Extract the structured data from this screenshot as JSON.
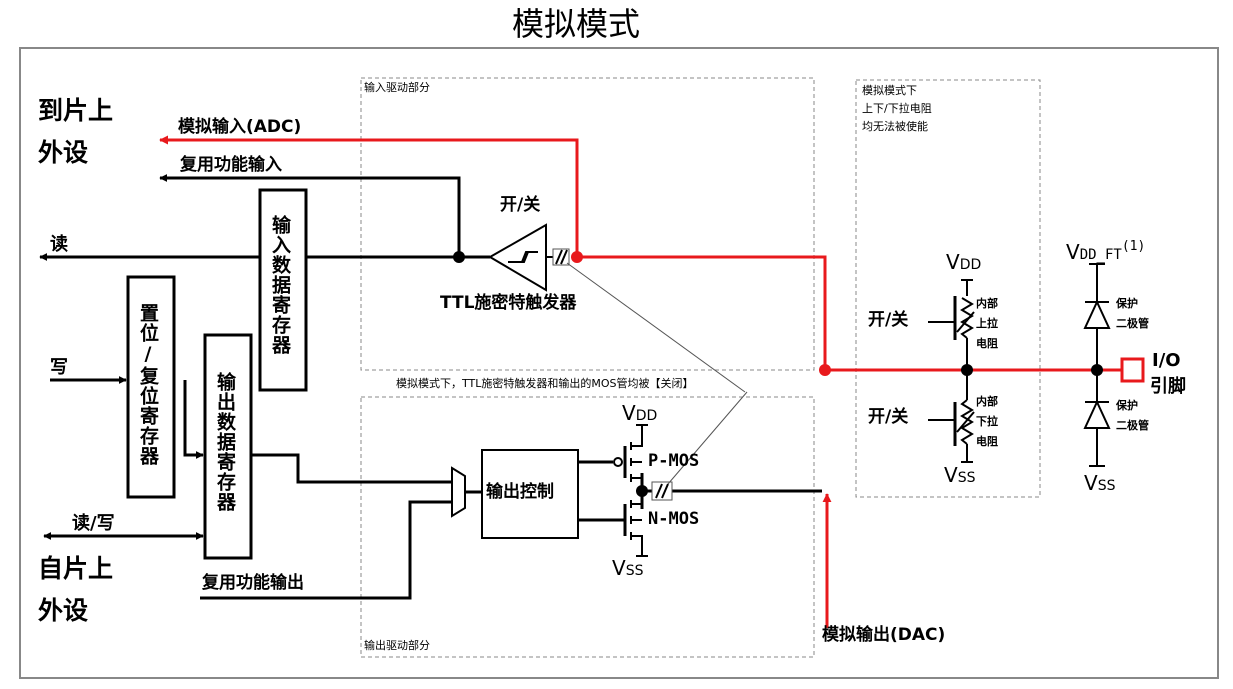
{
  "title": "模拟模式",
  "labels": {
    "to_peripheral": [
      "到片上",
      "外设"
    ],
    "from_peripheral": [
      "自片上",
      "外设"
    ],
    "analog_input": "模拟输入(ADC)",
    "alt_func_input": "复用功能输入",
    "read": "读",
    "write": "写",
    "read_write": "读/写",
    "alt_func_output": "复用功能输出",
    "input_data_reg": "输入数据寄存器",
    "bit_set_reset_reg": "置位/复位寄存器",
    "output_data_reg": "输出数据寄存器",
    "input_driver": "输入驱动部分",
    "output_driver": "输出驱动部分",
    "switch": "开/关",
    "ttl_schmitt": "TTL施密特触发器",
    "analog_note": "模拟模式下，TTL施密特触发器和输出的MOS管均被【关闭】",
    "output_control": "输出控制",
    "pmos": "P-MOS",
    "nmos": "N-MOS",
    "vdd_main": "V",
    "vdd_sub": "DD",
    "vss_main": "V",
    "vss_sub": "SS",
    "vdd_ft_main": "V",
    "vdd_ft_sub": "DD_FT",
    "vdd_ft_sup": "(1)",
    "pull_note": [
      "模拟模式下",
      "上下/下拉电阻",
      "均无法被使能"
    ],
    "pullup": [
      "内部",
      "上拉",
      "电阻"
    ],
    "pulldown": [
      "内部",
      "下拉",
      "电阻"
    ],
    "protect_diode": [
      "保护",
      "二极管"
    ],
    "io_pin": [
      "I/O",
      "引脚"
    ],
    "analog_output": "模拟输出(DAC)"
  },
  "colors": {
    "analog_path": "#e8191c",
    "wire": "#000000",
    "dashed_box": "#888888",
    "frame": "#888888"
  }
}
